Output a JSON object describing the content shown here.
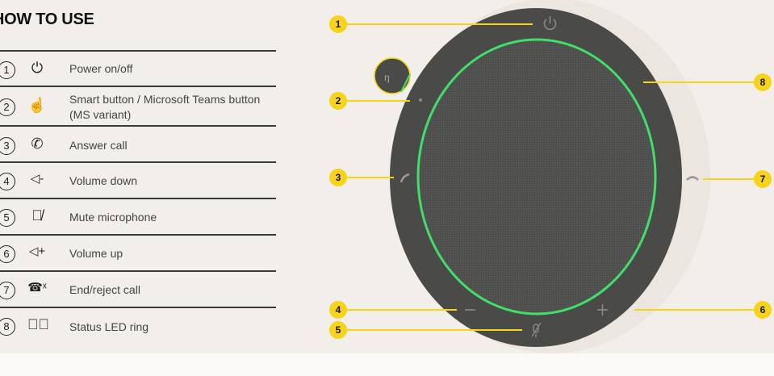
{
  "title": "HOW TO USE",
  "items": [
    {
      "num": "1",
      "icon": "power-icon",
      "label": "Power on/off"
    },
    {
      "num": "2",
      "icon": "smart-button-icon",
      "label": "Smart button / Microsoft Teams button (MS variant)"
    },
    {
      "num": "3",
      "icon": "answer-call-icon",
      "label": "Answer call"
    },
    {
      "num": "4",
      "icon": "volume-down-icon",
      "label": "Volume down"
    },
    {
      "num": "5",
      "icon": "mute-microphone-icon",
      "label": "Mute microphone"
    },
    {
      "num": "6",
      "icon": "volume-up-icon",
      "label": "Volume up"
    },
    {
      "num": "7",
      "icon": "end-call-icon",
      "label": "End/reject call"
    },
    {
      "num": "8",
      "icon": "status-led-icon",
      "label": "Status LED ring"
    }
  ],
  "colors": {
    "callout": "#f7d417",
    "led": "#3ee06a",
    "device": "#4a4a49"
  }
}
